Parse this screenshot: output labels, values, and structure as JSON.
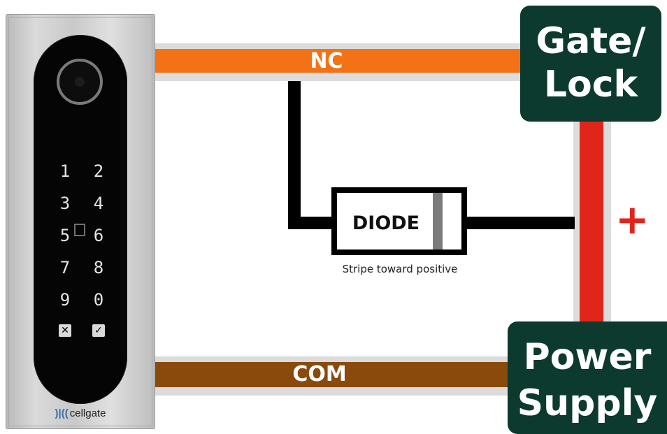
{
  "device": {
    "keys": [
      "1",
      "2",
      "3",
      "4",
      "5",
      "6",
      "7",
      "8",
      "9",
      "0"
    ],
    "cancel_glyph": "✕",
    "confirm_glyph": "✓",
    "brand": "cellgate",
    "brand_mark": ")|(("
  },
  "wires": {
    "nc_label": "NC",
    "com_label": "COM",
    "positive_symbol": "+",
    "nc_color": "#f47216",
    "com_color": "#8a4a0c",
    "positive_color": "#e0251b"
  },
  "diode": {
    "label": "DIODE",
    "caption": "Stripe toward positive"
  },
  "boxes": {
    "gate_line1": "Gate/",
    "gate_line2": "Lock",
    "power_line1": "Power",
    "power_line2": "Supply",
    "box_color": "#0c3a2f"
  }
}
